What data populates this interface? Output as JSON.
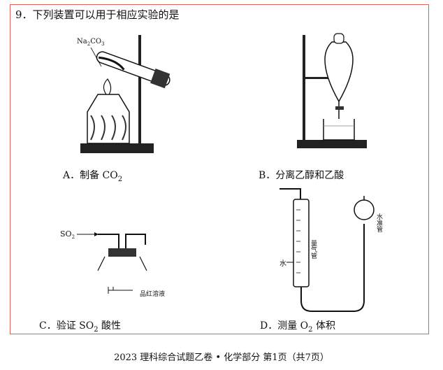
{
  "question": {
    "title": "9．下列装置可以用于相应实验的是",
    "options": [
      {
        "label": "A．制备 CO",
        "sub": "2"
      },
      {
        "label": "B．分离乙醇和乙酸"
      },
      {
        "label": "C．验证 SO",
        "sub": "2",
        "label_after": " 酸性"
      },
      {
        "label": "D．测量 O",
        "sub": "2",
        "label_after": " 体积"
      }
    ]
  },
  "figures": {
    "a_reagent": "Na",
    "a_reagent_sub1": "2",
    "a_reagent_mid": "CO",
    "a_reagent_sub2": "3",
    "c_gas": "SO",
    "c_gas_sub": "2",
    "c_solution": "品红溶液",
    "d_gas_tube": "量气管",
    "d_water": "水",
    "d_level_tube": "水准管"
  },
  "footer": "2023 理科综合试题乙卷 • 化学部分  第1页（共7页）"
}
